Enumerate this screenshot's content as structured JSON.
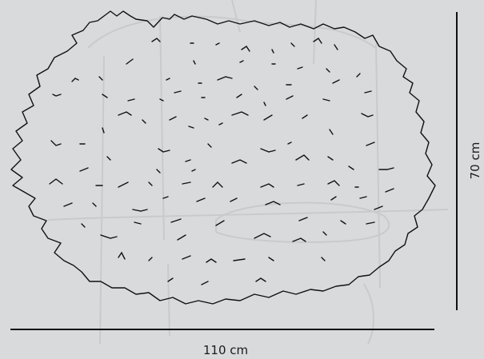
{
  "dimensions": {
    "width_label": "110 cm",
    "height_label": "70 cm"
  },
  "colors": {
    "background": "#d9dadc",
    "line": "#111111",
    "ghost": "#c9cacc"
  },
  "shape": {
    "name": "fluffy-rug-outline",
    "texture": "fur-tufts"
  }
}
